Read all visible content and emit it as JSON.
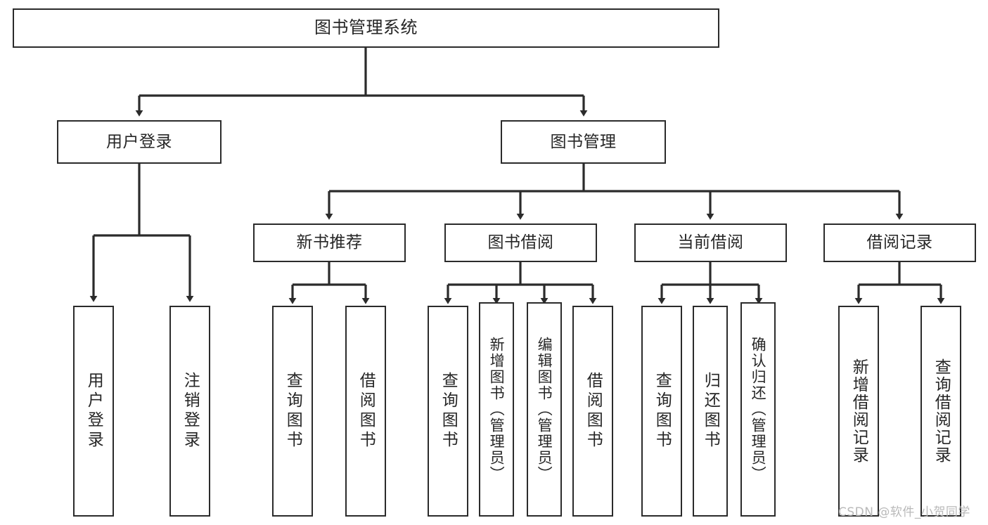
{
  "diagram": {
    "title": "图书管理系统",
    "watermark": "CSDN @软件_小贺同学",
    "stroke_color": "#2b2b2b",
    "text_color": "#262626",
    "background_color": "#ffffff",
    "watermark_color": "#b9b9b9"
  },
  "nodes": {
    "root": {
      "label": "图书管理系统"
    },
    "level1": [
      {
        "id": "user_login",
        "label": "用户登录"
      },
      {
        "id": "book_manage",
        "label": "图书管理"
      }
    ],
    "level2": [
      {
        "id": "new_book_rec",
        "label": "新书推荐"
      },
      {
        "id": "book_borrow",
        "label": "图书借阅"
      },
      {
        "id": "current_borrow",
        "label": "当前借阅"
      },
      {
        "id": "borrow_record",
        "label": "借阅记录"
      }
    ],
    "leaves": {
      "user_login": [
        {
          "id": "leaf_user_login",
          "label": "用户登录"
        },
        {
          "id": "leaf_logout",
          "label": "注销登录"
        }
      ],
      "new_book_rec": [
        {
          "id": "leaf_query_book_1",
          "label": "查询图书"
        },
        {
          "id": "leaf_borrow_book_1",
          "label": "借阅图书"
        }
      ],
      "book_borrow": [
        {
          "id": "leaf_query_book_2",
          "label": "查询图书"
        },
        {
          "id": "leaf_add_book",
          "label": "新增图书（管理员）"
        },
        {
          "id": "leaf_edit_book",
          "label": "编辑图书（管理员）"
        },
        {
          "id": "leaf_borrow_book_2",
          "label": "借阅图书"
        }
      ],
      "current_borrow": [
        {
          "id": "leaf_query_book_3",
          "label": "查询图书"
        },
        {
          "id": "leaf_return_book",
          "label": "归还图书"
        },
        {
          "id": "leaf_confirm_return",
          "label": "确认归还（管理员）"
        }
      ],
      "borrow_record": [
        {
          "id": "leaf_add_record",
          "label": "新增借阅记录"
        },
        {
          "id": "leaf_query_record",
          "label": "查询借阅记录"
        }
      ]
    }
  }
}
